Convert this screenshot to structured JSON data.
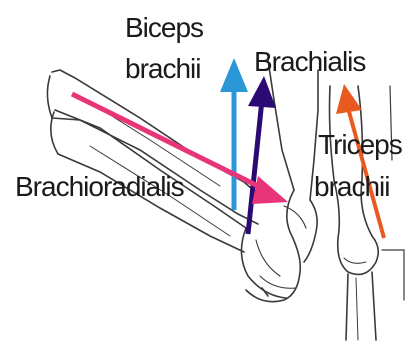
{
  "labels": {
    "biceps_line1": "Biceps",
    "biceps_line2": "brachii",
    "brachialis": "Brachialis",
    "brachioradialis": "Brachioradialis",
    "triceps_line1": "Triceps",
    "triceps_line2": "brachii"
  },
  "muscles": [
    {
      "id": "biceps",
      "color": "#2a97d6"
    },
    {
      "id": "brachialis",
      "color": "#2c0a73"
    },
    {
      "id": "brachioradialis",
      "color": "#e8357a"
    },
    {
      "id": "triceps",
      "color": "#e85a1f"
    }
  ],
  "colors": {
    "bone_outline": "#3a3a3a",
    "bone_fill": "#ffffff"
  }
}
